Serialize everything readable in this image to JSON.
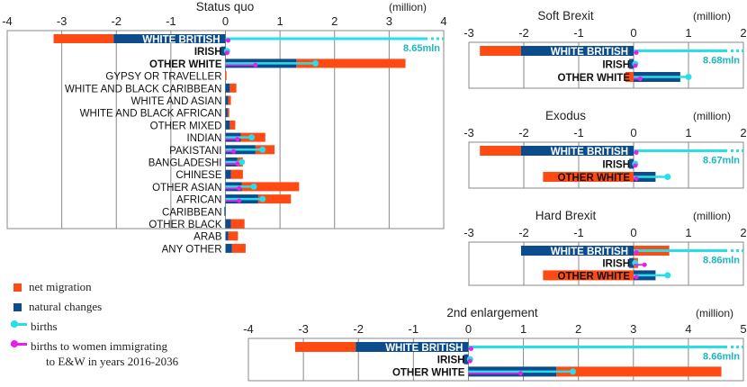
{
  "colors": {
    "net_migration": "#FF4A14",
    "natural_changes": "#0D4C8C",
    "births": "#25E0E8",
    "births_immigrants": "#E91EE8",
    "grid": "#888888",
    "label_highlight_net": "#FF4A14"
  },
  "legend": {
    "items": [
      {
        "label": "net migration",
        "kind": "swatch",
        "color": "#FF4A14"
      },
      {
        "label": "natural changes",
        "kind": "swatch",
        "color": "#0D4C8C"
      },
      {
        "label": "births",
        "kind": "line",
        "color": "#25E0E8"
      },
      {
        "label": "births to women immigrating",
        "label2": "to E&W in years 2016-2036",
        "kind": "line",
        "color": "#E91EE8"
      }
    ]
  },
  "chart_data": [
    {
      "type": "bar",
      "title": "Status quo",
      "unit_label": "(million)",
      "xlim": [
        -4,
        4
      ],
      "ticks": [
        -4,
        -3,
        -2,
        -1,
        0,
        1,
        2,
        3,
        4
      ],
      "grid": true,
      "categories": [
        "WHITE BRITISH",
        "IRISH",
        "OTHER WHITE",
        "GYPSY OR TRAVELLER",
        "WHITE AND BLACK CARIBBEAN",
        "WHITE AND ASIAN",
        "WHITE AND BLACK AFRICAN",
        "OTHER MIXED",
        "INDIAN",
        "PAKISTANI",
        "BANGLADESHI",
        "CHINESE",
        "OTHER ASIAN",
        "AFRICAN",
        "CARIBBEAN",
        "OTHER BLACK",
        "ARAB",
        "ANY OTHER"
      ],
      "series": [
        {
          "name": "natural changes",
          "values": [
            -2.05,
            -0.08,
            1.3,
            0.0,
            0.08,
            0.05,
            0.04,
            0.08,
            0.28,
            0.55,
            0.22,
            0.1,
            0.3,
            0.6,
            -0.02,
            0.1,
            0.05,
            0.12
          ]
        },
        {
          "name": "net migration",
          "values": [
            -1.1,
            0.0,
            2.0,
            0.02,
            0.12,
            0.05,
            0.03,
            0.1,
            0.45,
            0.35,
            0.1,
            0.22,
            1.05,
            0.6,
            0.0,
            0.25,
            0.18,
            0.25
          ]
        },
        {
          "name": "births",
          "values": [
            8.65,
            0.03,
            1.65,
            0.0,
            0.0,
            0.0,
            0.0,
            0.0,
            0.48,
            0.68,
            0.3,
            0.0,
            0.52,
            0.68,
            0.0,
            0.0,
            0.0,
            0.0
          ]
        },
        {
          "name": "births to women immigrating to E&W in years 2016-2036",
          "values": [
            0.05,
            0.03,
            0.55,
            0.0,
            0.0,
            0.0,
            0.0,
            0.0,
            0.22,
            0.15,
            0.22,
            0.0,
            0.25,
            0.25,
            0.0,
            0.0,
            0.0,
            0.0
          ]
        }
      ],
      "bold_categories": [
        "WHITE BRITISH",
        "IRISH",
        "OTHER WHITE"
      ],
      "births_truncated": [
        {
          "category": "WHITE BRITISH",
          "label": "8.65mln"
        }
      ]
    },
    {
      "type": "bar",
      "title": "Soft Brexit",
      "unit_label": "(million)",
      "xlim": [
        -3,
        2
      ],
      "ticks": [
        -3,
        -2,
        -1,
        0,
        1,
        2
      ],
      "grid": true,
      "categories": [
        "WHITE BRITISH",
        "IRISH",
        "OTHER WHITE"
      ],
      "series": [
        {
          "name": "natural changes",
          "values": [
            -2.05,
            -0.08,
            0.85
          ]
        },
        {
          "name": "net migration",
          "values": [
            -0.75,
            0.0,
            -0.15
          ]
        },
        {
          "name": "births",
          "values": [
            8.68,
            0.03,
            1.0
          ]
        },
        {
          "name": "births to women immigrating to E&W in years 2016-2036",
          "values": [
            0.05,
            0.03,
            0.12
          ]
        }
      ],
      "bold_categories": [
        "WHITE BRITISH",
        "IRISH",
        "OTHER WHITE"
      ],
      "births_truncated": [
        {
          "category": "WHITE BRITISH",
          "label": "8.68mln"
        }
      ]
    },
    {
      "type": "bar",
      "title": "Exodus",
      "unit_label": "(million)",
      "xlim": [
        -3,
        2
      ],
      "ticks": [
        -3,
        -2,
        -1,
        0,
        1,
        2
      ],
      "grid": true,
      "categories": [
        "WHITE BRITISH",
        "IRISH",
        "OTHER WHITE"
      ],
      "series": [
        {
          "name": "natural changes",
          "values": [
            -2.05,
            -0.08,
            0.4
          ]
        },
        {
          "name": "net migration",
          "values": [
            -0.75,
            0.0,
            -1.65
          ]
        },
        {
          "name": "births",
          "values": [
            8.67,
            0.03,
            0.62
          ]
        },
        {
          "name": "births to women immigrating to E&W in years 2016-2036",
          "values": [
            0.05,
            0.03,
            0.05
          ]
        }
      ],
      "bold_categories": [
        "WHITE BRITISH",
        "IRISH",
        "OTHER WHITE"
      ],
      "highlight_net_labels": [
        "OTHER WHITE"
      ],
      "births_truncated": [
        {
          "category": "WHITE BRITISH",
          "label": "8.67mln"
        }
      ]
    },
    {
      "type": "bar",
      "title": "Hard Brexit",
      "unit_label": "(million)",
      "xlim": [
        -3,
        2
      ],
      "ticks": [
        -3,
        -2,
        -1,
        0,
        1,
        2
      ],
      "grid": true,
      "categories": [
        "WHITE BRITISH",
        "IRISH",
        "OTHER WHITE"
      ],
      "series": [
        {
          "name": "natural changes",
          "values": [
            -2.05,
            -0.08,
            0.4
          ]
        },
        {
          "name": "net migration",
          "values": [
            0.65,
            0.08,
            -1.65
          ]
        },
        {
          "name": "births",
          "values": [
            8.86,
            0.03,
            0.62
          ]
        },
        {
          "name": "births to women immigrating to E&W in years 2016-2036",
          "values": [
            0.05,
            0.2,
            0.05
          ]
        }
      ],
      "bold_categories": [
        "WHITE BRITISH",
        "IRISH",
        "OTHER WHITE"
      ],
      "highlight_net_labels": [
        "WHITE BRITISH",
        "OTHER WHITE"
      ],
      "births_truncated": [
        {
          "category": "WHITE BRITISH",
          "label": "8.86mln"
        }
      ]
    },
    {
      "type": "bar",
      "title": "2nd enlargement",
      "unit_label": "(million)",
      "xlim": [
        -4,
        5
      ],
      "ticks": [
        -4,
        -3,
        -2,
        -1,
        0,
        1,
        2,
        3,
        4,
        5
      ],
      "grid": true,
      "categories": [
        "WHITE BRITISH",
        "IRISH",
        "OTHER WHITE"
      ],
      "series": [
        {
          "name": "natural changes",
          "values": [
            -2.05,
            -0.08,
            1.6
          ]
        },
        {
          "name": "net migration",
          "values": [
            -1.1,
            0.0,
            3.0
          ]
        },
        {
          "name": "births",
          "values": [
            8.66,
            0.03,
            1.9
          ]
        },
        {
          "name": "births to women immigrating to E&W in years 2016-2036",
          "values": [
            0.05,
            0.03,
            0.95
          ]
        }
      ],
      "bold_categories": [
        "WHITE BRITISH",
        "IRISH",
        "OTHER WHITE"
      ],
      "births_truncated": [
        {
          "category": "WHITE BRITISH",
          "label": "8.66mln"
        }
      ]
    }
  ]
}
